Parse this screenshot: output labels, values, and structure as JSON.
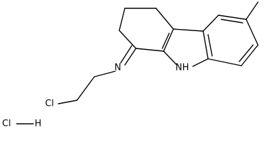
{
  "molecule": {
    "atoms": {
      "chlorine": "Cl",
      "amine": "NH",
      "imine": "N",
      "salt_chlorine": "Cl",
      "salt_hydrogen": "H"
    },
    "colors": {
      "ink": "#000000",
      "background": "#ffffff"
    }
  }
}
